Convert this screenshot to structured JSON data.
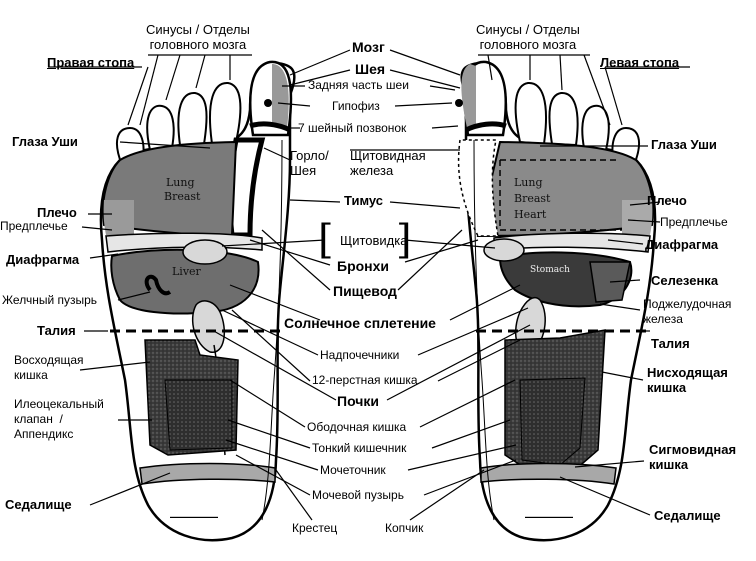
{
  "feet": {
    "right_title": "Правая стопа",
    "left_title": "Левая стопа",
    "organ_text": {
      "lung_breast_right_1": "Lung",
      "lung_breast_right_2": "Breast",
      "liver": "Liver",
      "lung_breast_left_1": "Lung",
      "lung_breast_left_2": "Breast",
      "heart": "Heart",
      "stomach": "Stomach"
    }
  },
  "labels": {
    "sinuses_right": "Синусы / Отделы\nголовного мозга",
    "sinuses_left": "Синусы / Отделы\nголовного мозга",
    "brain": "Мозг",
    "neck": "Шея",
    "back_neck": "Задняя часть шеи",
    "pituitary": "Гипофиз",
    "c7": "7 шейный позвонок",
    "throat": "Горло/\nШея",
    "thyroid_gland": "Щитовидная\nжелеза",
    "eyes_ears_right": "Глаза  Уши",
    "eyes_ears_left": "Глаза  Уши",
    "thymus": "Тимус",
    "shoulder_right": "Плечо",
    "forearm_right": "Предплечье",
    "shoulder_left": "Плечо",
    "forearm_left": "Предплечье",
    "thyroid": "Щитовидка",
    "bronchi": "Бронхи",
    "diaphragm_right": "Диафрагма",
    "diaphragm_left": "Диафрагма",
    "esophagus": "Пищевод",
    "spleen": "Селезенка",
    "gallbladder": "Желчный пузырь",
    "pancreas": "Поджелудочная\nжелеза",
    "solar_plexus": "Солнечное сплетение",
    "waist_right": "Талия",
    "waist_left": "Талия",
    "ascending_colon": "Восходящая\nкишка",
    "adrenals": "Надпочечники",
    "descending_colon": "Нисходящая\nкишка",
    "duodenum": "12-перстная кишка",
    "kidneys": "Почки",
    "ileocecal": "Илеоцекальный\nклапан  /\nАппендикс",
    "colon": "Ободочная кишка",
    "small_intestine": "Тонкий кишечник",
    "sigmoid": "Сигмовидная\nкишка",
    "ureter": "Мочеточник",
    "bladder": "Мочевой пузырь",
    "buttock_right": "Седалище",
    "buttock_left": "Седалище",
    "sacrum": "Крестец",
    "coccyx": "Копчик"
  }
}
